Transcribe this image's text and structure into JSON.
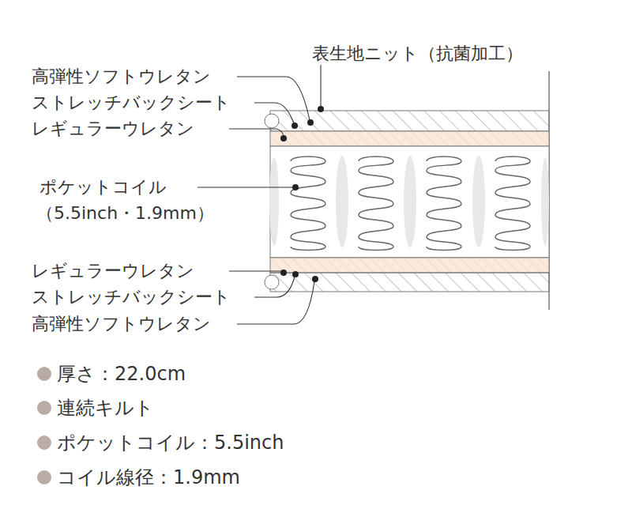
{
  "diagram": {
    "labels": [
      "表生地ニット（抗菌加工）",
      "高弾性ソフトウレタン",
      "ストレッチバックシート",
      "レギュラーウレタン",
      "ポケットコイル",
      "（5.5inch・1.9mm）",
      "レギュラーウレタン",
      "ストレッチバックシート",
      "高弾性ソフトウレタン",
      "厚さ：22.0cm",
      "連続キルト",
      "ポケットコイル：5.5inch",
      "コイル線径：1.9mm"
    ]
  }
}
